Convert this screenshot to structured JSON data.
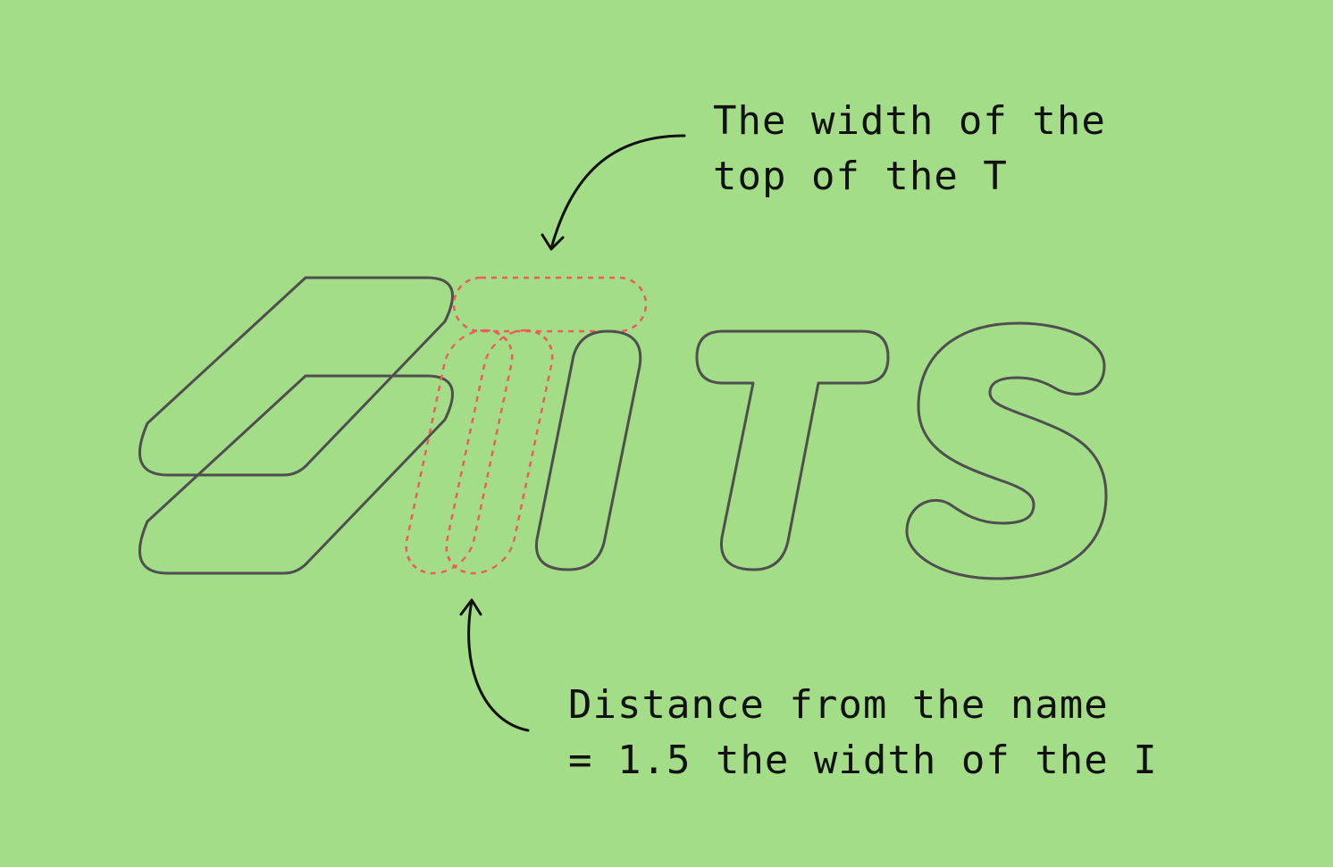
{
  "annotations": {
    "top": {
      "line1": "The width of the",
      "line2": "top of the T"
    },
    "bottom": {
      "line1": "Distance from the name",
      "line2": "= 1.5 the width of the I"
    }
  },
  "colors": {
    "background": "#a3dd87",
    "outline": "#4f4f4f",
    "guide": "#ef5a5a",
    "text": "#111111"
  }
}
